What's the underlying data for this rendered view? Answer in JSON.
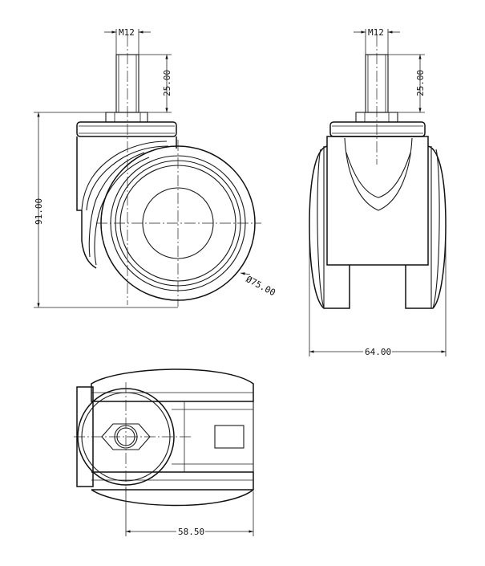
{
  "dimensions": {
    "thread_front": "M12",
    "thread_side": "M12",
    "stem_length_front": "25.00",
    "stem_length_side": "25.00",
    "overall_height": "91.00",
    "wheel_diameter": "Ø75.00",
    "overall_width": "64.00",
    "top_view_length": "58.50"
  },
  "views": [
    "front-view",
    "side-view",
    "top-view"
  ]
}
